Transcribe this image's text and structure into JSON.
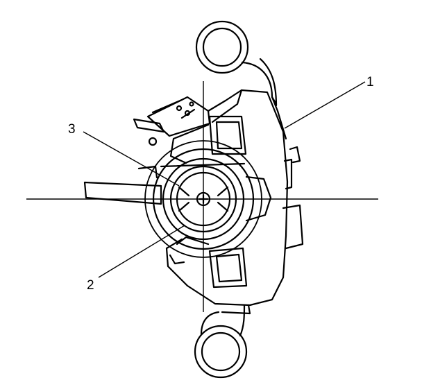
{
  "figure": {
    "callouts": [
      {
        "id": "1",
        "label": "1"
      },
      {
        "id": "2",
        "label": "2"
      },
      {
        "id": "3",
        "label": "3"
      }
    ],
    "colors": {
      "line": "#000000",
      "background": "#ffffff"
    }
  }
}
